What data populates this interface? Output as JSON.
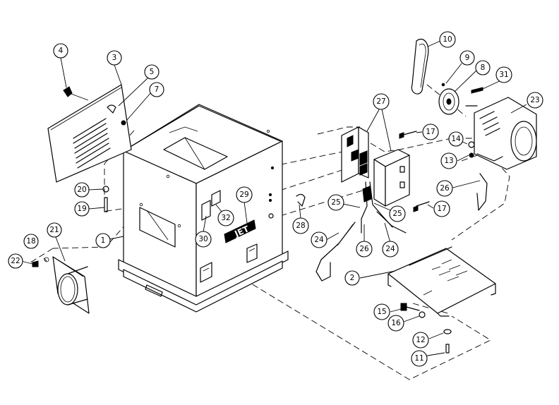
{
  "diagram": {
    "logo_text": "JET",
    "callouts": [
      {
        "id": "c1",
        "label": "1"
      },
      {
        "id": "c2",
        "label": "2"
      },
      {
        "id": "c3",
        "label": "3"
      },
      {
        "id": "c4",
        "label": "4"
      },
      {
        "id": "c5",
        "label": "5"
      },
      {
        "id": "c7",
        "label": "7"
      },
      {
        "id": "c8",
        "label": "8"
      },
      {
        "id": "c9",
        "label": "9"
      },
      {
        "id": "c10",
        "label": "10"
      },
      {
        "id": "c11",
        "label": "11"
      },
      {
        "id": "c12",
        "label": "12"
      },
      {
        "id": "c13",
        "label": "13"
      },
      {
        "id": "c14",
        "label": "14"
      },
      {
        "id": "c15",
        "label": "15"
      },
      {
        "id": "c16",
        "label": "16"
      },
      {
        "id": "c17a",
        "label": "17"
      },
      {
        "id": "c17b",
        "label": "17"
      },
      {
        "id": "c18",
        "label": "18"
      },
      {
        "id": "c19",
        "label": "19"
      },
      {
        "id": "c20",
        "label": "20"
      },
      {
        "id": "c21",
        "label": "21"
      },
      {
        "id": "c22",
        "label": "22"
      },
      {
        "id": "c23",
        "label": "23"
      },
      {
        "id": "c24a",
        "label": "24"
      },
      {
        "id": "c24b",
        "label": "24"
      },
      {
        "id": "c25a",
        "label": "25"
      },
      {
        "id": "c25b",
        "label": "25"
      },
      {
        "id": "c26a",
        "label": "26"
      },
      {
        "id": "c26b",
        "label": "26"
      },
      {
        "id": "c27",
        "label": "27"
      },
      {
        "id": "c28",
        "label": "28"
      },
      {
        "id": "c29",
        "label": "29"
      },
      {
        "id": "c30",
        "label": "30"
      },
      {
        "id": "c31",
        "label": "31"
      },
      {
        "id": "c32",
        "label": "32"
      }
    ]
  }
}
